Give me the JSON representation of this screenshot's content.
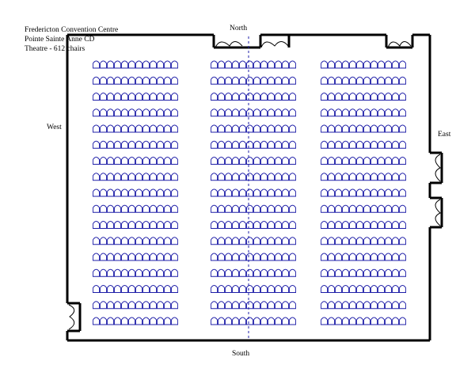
{
  "header": {
    "venue": "Fredericton Convention Centre",
    "room": "Pointe Sainte Anne CD",
    "setup": "Theatre - 612 chairs"
  },
  "compass": {
    "north": "North",
    "south": "South",
    "east": "East",
    "west": "West"
  },
  "layout": {
    "sections": 3,
    "rows_per_section": 17,
    "chairs_per_row": 12,
    "total_chairs": 612
  },
  "colors": {
    "wall": "#000000",
    "chair": "#1f1fa8",
    "aisle_line": "#1f1fa8",
    "background": "#ffffff"
  }
}
